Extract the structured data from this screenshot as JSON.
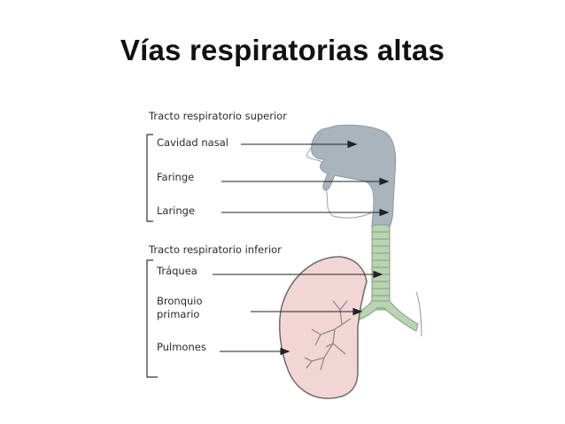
{
  "slide": {
    "title": "Vías respiratorias altas"
  },
  "diagram": {
    "upper_section": {
      "heading": "Tracto respiratorio superior",
      "labels": [
        "Cavidad nasal",
        "Faringe",
        "Laringe"
      ]
    },
    "lower_section": {
      "heading": "Tracto respiratorio inferior",
      "labels": [
        "Tráquea",
        "Bronquio",
        "primario",
        "Pulmones"
      ]
    },
    "colors": {
      "airway": "#a9b4bd",
      "trachea": "#b9d3b3",
      "lung": "#f2d6d6",
      "lung_outline": "#6b6b6b",
      "pointer": "#222222"
    }
  }
}
